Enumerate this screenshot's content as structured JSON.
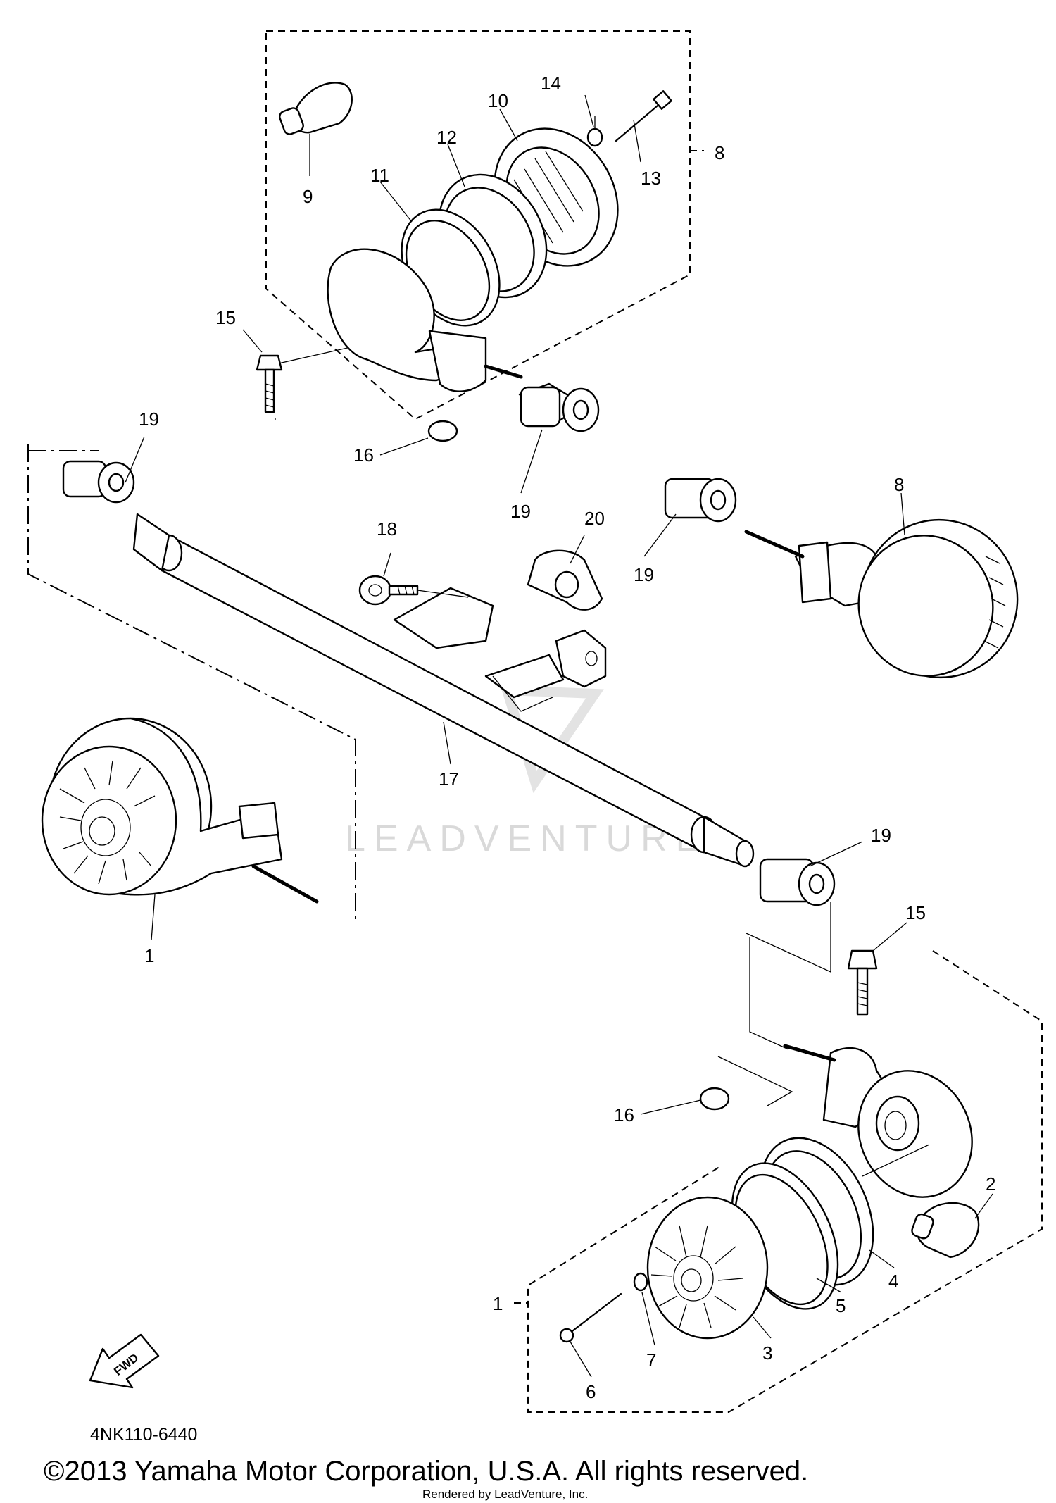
{
  "diagram": {
    "part_number_code": "4NK110-6440",
    "copyright": "©2013 Yamaha Motor Corporation, U.S.A. All rights reserved.",
    "rendered_by": "Rendered by LeadVenture, Inc.",
    "watermark": "LEADVENTURE",
    "fwd_label": "FWD",
    "callouts": [
      "1",
      "2",
      "3",
      "4",
      "5",
      "6",
      "7",
      "8",
      "9",
      "10",
      "11",
      "12",
      "13",
      "14",
      "15",
      "16",
      "17",
      "18",
      "19",
      "20"
    ]
  }
}
